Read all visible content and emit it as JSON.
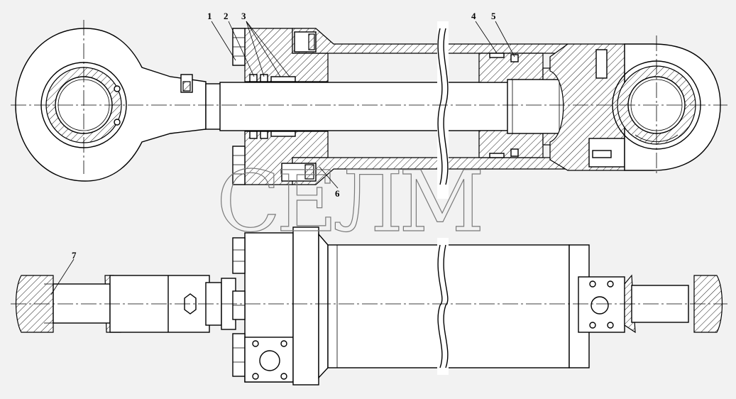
{
  "drawing": {
    "callouts": [
      {
        "id": "callout-1",
        "text": "1"
      },
      {
        "id": "callout-2",
        "text": "2"
      },
      {
        "id": "callout-3",
        "text": "3"
      },
      {
        "id": "callout-4",
        "text": "4"
      },
      {
        "id": "callout-5",
        "text": "5"
      },
      {
        "id": "callout-6",
        "text": "6"
      },
      {
        "id": "callout-7",
        "text": "7"
      }
    ],
    "watermark": "СЕЛМ"
  }
}
